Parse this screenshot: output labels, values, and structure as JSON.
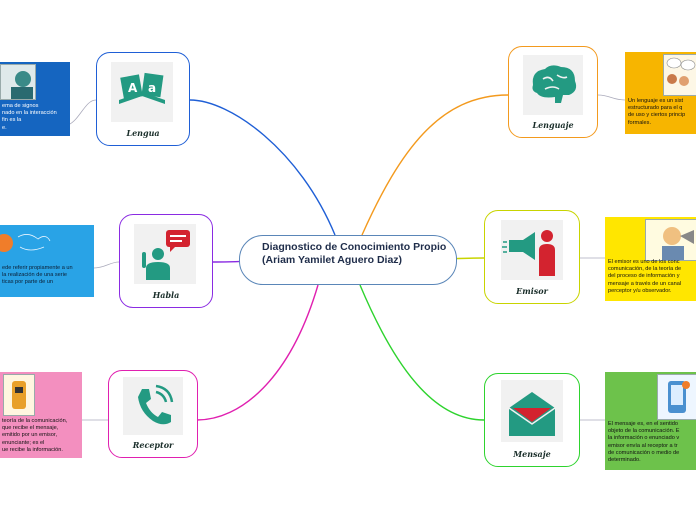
{
  "center": {
    "title": "Diagnostico de Conocimiento Propio     (Ariam Yamilet Aguero Diaz)"
  },
  "nodes": [
    {
      "label": "Lengua",
      "icon": "book-icon",
      "color": "#1f5fd6"
    },
    {
      "label": "Habla",
      "icon": "speech-person-icon",
      "color": "#8a2be2"
    },
    {
      "label": "Receptor",
      "icon": "phone-icon",
      "color": "#e020b0"
    },
    {
      "label": "Lenguaje",
      "icon": "brain-icon",
      "color": "#f39a1e"
    },
    {
      "label": "Emisor",
      "icon": "megaphone-person-icon",
      "color": "#c8d400"
    },
    {
      "label": "Mensaje",
      "icon": "envelope-icon",
      "color": "#2ed32e"
    }
  ],
  "notes": {
    "lengua": [
      "ema de signos",
      "nado en la interacción",
      "fin es la",
      "e."
    ],
    "habla": [
      "ede referir propiamente a un",
      "la realización de una serie",
      "ticas por parte de un"
    ],
    "receptor": [
      "teoría de la comunicación,",
      "que recibe el mensaje,",
      "emitido por un emisor,",
      "enunciante; es el",
      "ue recibe la información."
    ],
    "lenguaje": [
      "Un lenguaje es un sist",
      "estructurado para el q",
      "de uso y ciertos princip",
      "formales."
    ],
    "emisor": [
      "El emisor es uno de los conc",
      "comunicación, de la teoría de",
      "del proceso de información y",
      "mensaje a través de un canal",
      "perceptor y/u observador."
    ],
    "mensaje": [
      "El mensaje es, en el sentido",
      "objeto de la comunicación. E",
      "la información o enunciado v",
      "emisor envía al receptor a tr",
      "de comunicación o medio de",
      "determinado."
    ]
  },
  "colors": {
    "note_lengua": "#1565c0",
    "note_habla": "#29a3e6",
    "note_receptor": "#f38fbf",
    "note_lenguaje": "#f7b500",
    "note_emisor": "#ffe600",
    "note_mensaje": "#6dc24b",
    "icon_teal": "#239a82",
    "icon_red": "#d3232f"
  }
}
